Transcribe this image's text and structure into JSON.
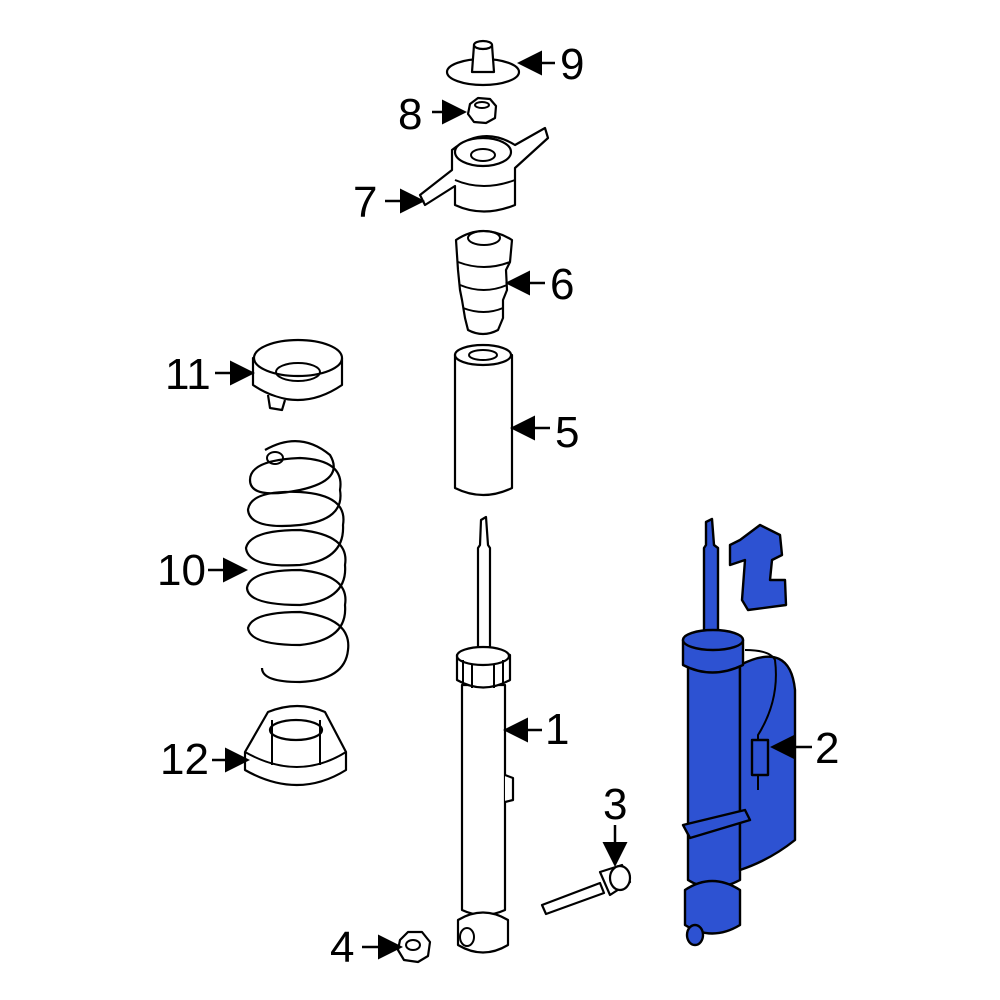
{
  "callouts": [
    {
      "number": "1",
      "part": "shock-absorber"
    },
    {
      "number": "2",
      "part": "electronic-shock-absorber"
    },
    {
      "number": "3",
      "part": "bolt"
    },
    {
      "number": "4",
      "part": "nut"
    },
    {
      "number": "5",
      "part": "dust-boot"
    },
    {
      "number": "6",
      "part": "bump-stop"
    },
    {
      "number": "7",
      "part": "upper-mount"
    },
    {
      "number": "8",
      "part": "nut"
    },
    {
      "number": "9",
      "part": "cap"
    },
    {
      "number": "10",
      "part": "coil-spring"
    },
    {
      "number": "11",
      "part": "upper-spring-seat"
    },
    {
      "number": "12",
      "part": "lower-spring-seat"
    }
  ],
  "colors": {
    "highlight": "#2d52d2",
    "line": "#000000",
    "background": "#ffffff"
  }
}
